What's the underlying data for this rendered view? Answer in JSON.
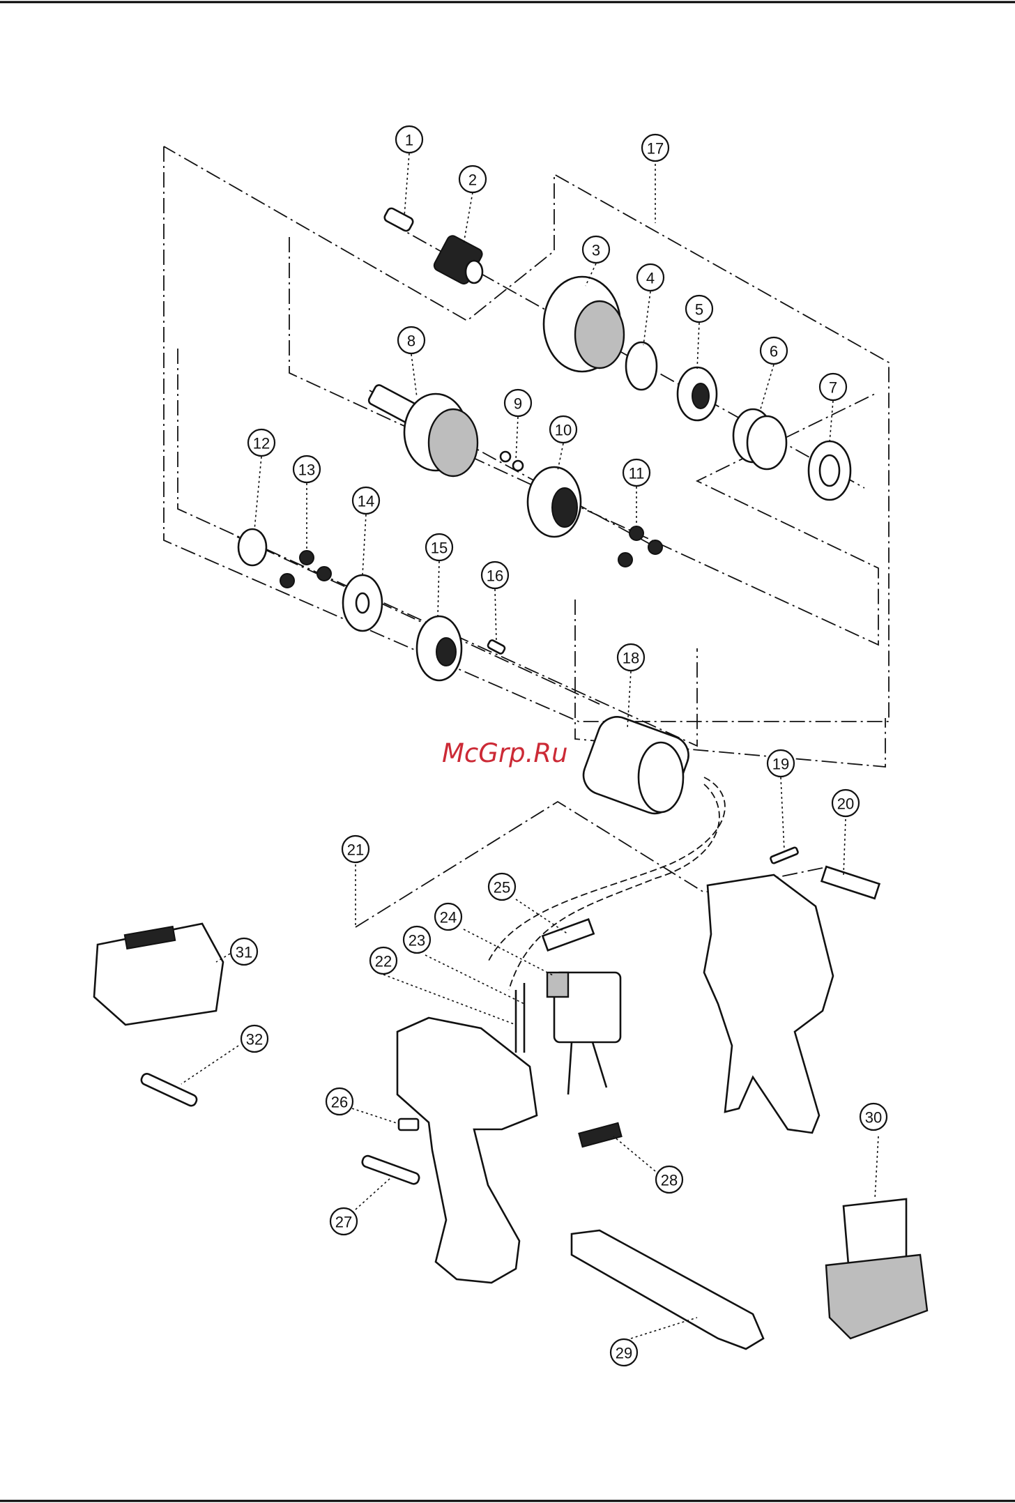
{
  "watermark": "McGrp.Ru",
  "callouts": [
    {
      "id": "1",
      "label": "1"
    },
    {
      "id": "2",
      "label": "2"
    },
    {
      "id": "3",
      "label": "3"
    },
    {
      "id": "4",
      "label": "4"
    },
    {
      "id": "5",
      "label": "5"
    },
    {
      "id": "6",
      "label": "6"
    },
    {
      "id": "7",
      "label": "7"
    },
    {
      "id": "8",
      "label": "8"
    },
    {
      "id": "9",
      "label": "9"
    },
    {
      "id": "10",
      "label": "10"
    },
    {
      "id": "11",
      "label": "11"
    },
    {
      "id": "12",
      "label": "12"
    },
    {
      "id": "13",
      "label": "13"
    },
    {
      "id": "14",
      "label": "14"
    },
    {
      "id": "15",
      "label": "15"
    },
    {
      "id": "16",
      "label": "16"
    },
    {
      "id": "17",
      "label": "17"
    },
    {
      "id": "18",
      "label": "18"
    },
    {
      "id": "19",
      "label": "19"
    },
    {
      "id": "20",
      "label": "20"
    },
    {
      "id": "21",
      "label": "21"
    },
    {
      "id": "22",
      "label": "22"
    },
    {
      "id": "23",
      "label": "23"
    },
    {
      "id": "24",
      "label": "24"
    },
    {
      "id": "25",
      "label": "25"
    },
    {
      "id": "26",
      "label": "26"
    },
    {
      "id": "27",
      "label": "27"
    },
    {
      "id": "28",
      "label": "28"
    },
    {
      "id": "29",
      "label": "29"
    },
    {
      "id": "30",
      "label": "30"
    },
    {
      "id": "31",
      "label": "31"
    },
    {
      "id": "32",
      "label": "32"
    }
  ]
}
